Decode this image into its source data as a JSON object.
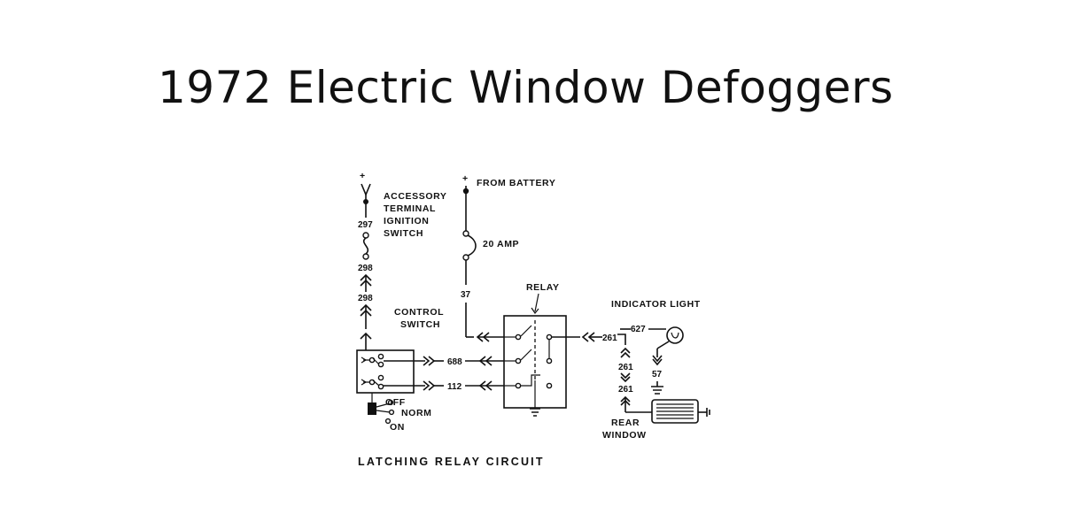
{
  "title": "1972 Electric Window Defoggers",
  "labels": {
    "accessory": [
      "ACCESSORY",
      "TERMINAL",
      "IGNITION",
      "SWITCH"
    ],
    "from_battery": "FROM BATTERY",
    "fuse": "20 AMP",
    "relay": "RELAY",
    "control_switch": [
      "CONTROL",
      "SWITCH"
    ],
    "indicator_light": "INDICATOR LIGHT",
    "rear_window": [
      "REAR",
      "WINDOW"
    ],
    "switch_positions": [
      "OFF",
      "NORM",
      "ON"
    ],
    "caption": "LATCHING RELAY CIRCUIT"
  },
  "wires": {
    "w297": "297",
    "w298a": "298",
    "w298b": "298",
    "w37": "37",
    "w688": "688",
    "w112": "112",
    "w627": "627",
    "w261a": "261",
    "w261b": "261",
    "w261c": "261",
    "w57": "57"
  },
  "symbols": {
    "plus_left": "+",
    "plus_battery": "+"
  }
}
